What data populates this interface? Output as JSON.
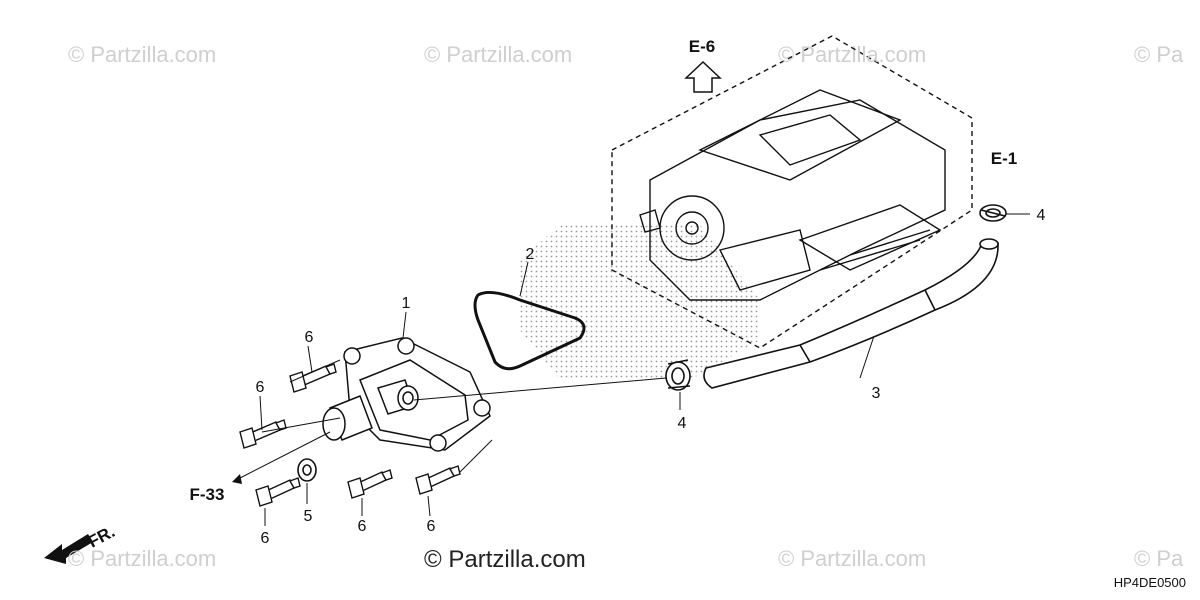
{
  "watermarks": [
    "© Partzilla.com",
    "© Partzilla.com",
    "© Partzilla.com",
    "© Pa",
    "© Partzilla.com",
    "© Partzilla.com",
    "© Pa"
  ],
  "main_watermark": "© Partzilla.com",
  "diagram_code": "HP4DE0500",
  "refs": {
    "e6": "E-6",
    "e1": "E-1",
    "f33": "F-33",
    "fr": "FR."
  },
  "callouts": {
    "water_pump_cover": "1",
    "gasket": "2",
    "water_hose": "3",
    "hose_clamp_upper": "4",
    "hose_clamp_lower": "4",
    "washer": "5",
    "bolt_a": "6",
    "bolt_b": "6",
    "bolt_c": "6",
    "bolt_d": "6",
    "bolt_e": "6"
  },
  "colors": {
    "line": "#111111",
    "watermark": "#cfcfcf",
    "stipple": "#9a9a9a"
  }
}
